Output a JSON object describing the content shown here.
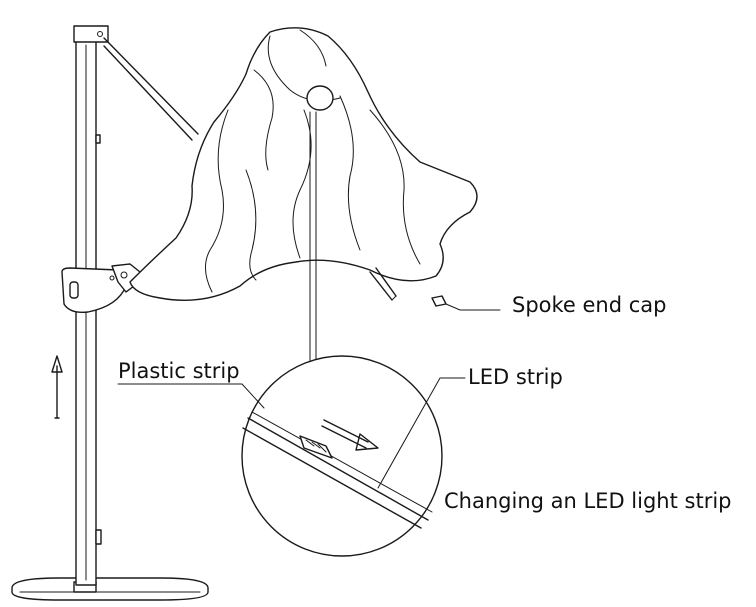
{
  "labels": {
    "spoke_end_cap": "Spoke end cap",
    "plastic_strip": "Plastic strip",
    "led_strip": "LED strip",
    "caption": "Changing an LED light strip"
  },
  "colors": {
    "line": "#1a1a1a",
    "background": "#ffffff"
  },
  "icons": [
    "up-arrow-icon",
    "slide-direction-arrow-icon"
  ]
}
